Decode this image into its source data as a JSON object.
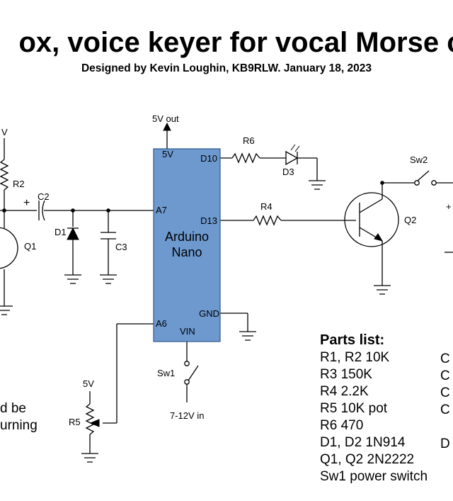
{
  "title": "ox, voice keyer for vocal Morse c",
  "subtitle": "Designed by Kevin Loughin, KB9RLW. January 18, 2023",
  "arduino": {
    "line1": "Arduino",
    "line2": "Nano"
  },
  "pins": {
    "p5v": "5V",
    "d10": "D10",
    "a7": "A7",
    "d13": "D13",
    "gnd": "GND",
    "a6": "A6",
    "vin": "VIN"
  },
  "labels": {
    "v5_out": "5V out",
    "v_left": "V",
    "r2": "R2",
    "c2": "C2",
    "c2_plus": "+",
    "d1": "D1",
    "c3": "C3",
    "q1": "Q1",
    "r6": "R6",
    "d3": "D3",
    "r4": "R4",
    "q2": "Q2",
    "sw2": "Sw2",
    "right_plus": "+",
    "sw1": "Sw1",
    "vin_in": "7-12V in",
    "v5_pot": "5V",
    "r5": "R5"
  },
  "note": {
    "line1": "d be",
    "line2": "urning"
  },
  "parts": {
    "heading": "Parts list:",
    "items": [
      "R1, R2  10K",
      "R3  150K",
      "R4  2.2K",
      "R5  10K pot",
      "R6  470",
      "D1, D2  1N914",
      "Q1, Q2  2N2222",
      "Sw1 power switch"
    ],
    "col2": [
      "C",
      "C",
      "C",
      "C",
      "",
      "D"
    ]
  }
}
